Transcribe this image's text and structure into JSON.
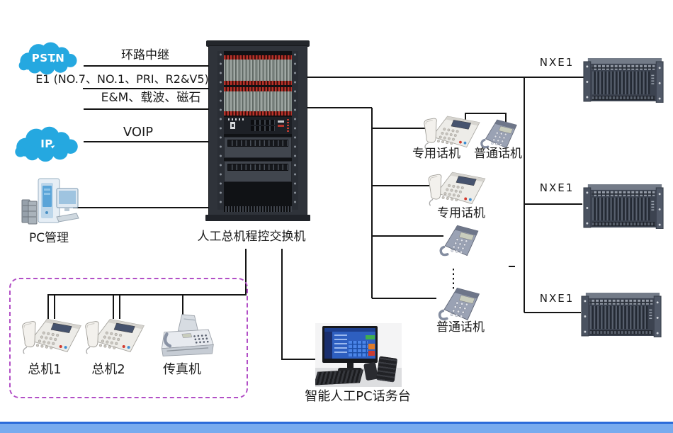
{
  "clouds": {
    "pstn": "PSTN",
    "ip": "IP"
  },
  "trunks": {
    "loop": "环路中继",
    "e1": "E1 (NO.7、NO.1、PRI、R2&V5)",
    "em": "E&M、载波、磁石",
    "voip": "VOIP"
  },
  "pc_management_label": "PC管理",
  "switch_label": "人工总机程控交换机",
  "console_label": "智能人工PC话务台",
  "nxe1_units": [
    {
      "label": "NXE1"
    },
    {
      "label": "NXE1"
    },
    {
      "label": "NXE1"
    }
  ],
  "phones": {
    "pair_dedicated": "专用话机",
    "pair_ordinary": "普通话机",
    "dedicated_single": "专用话机",
    "ordinary_single": "普通话机"
  },
  "extension_box": {
    "operator1": "总机1",
    "operator2": "总机2",
    "fax": "传真机"
  },
  "colors": {
    "cloud_blue": "#25a8e0",
    "dashed_box_purple": "#b24fc6",
    "connector_black": "#141414",
    "rack_dark": "#2f333a",
    "nxe1_slate": "#3c4350",
    "footer_bar_blue": "#78abee",
    "footer_border_blue": "#2b6bd9"
  }
}
